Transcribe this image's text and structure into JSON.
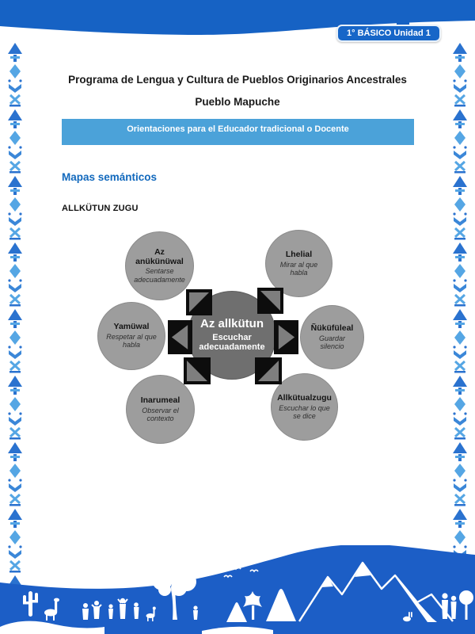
{
  "page": {
    "badge": "1° BÁSICO Unidad 1",
    "title_line1": "Programa de Lengua y Cultura de Pueblos Originarios Ancestrales",
    "title_line2": "Pueblo Mapuche",
    "banner": "Orientaciones para el Educador tradicional o Docente",
    "section_heading": "Mapas semánticos",
    "map_title": "ALLKÜTUN ZUGU"
  },
  "diagram": {
    "center": {
      "name": "Az allkütun",
      "translation": "Escuchar adecuadamente"
    },
    "nodes": [
      {
        "position": "top-left",
        "name": "Az anükünüwal",
        "translation": "Sentarse adecuadamente"
      },
      {
        "position": "top-right",
        "name": "Lhelial",
        "translation": "Mirar al que habla"
      },
      {
        "position": "left",
        "name": "Yamüwal",
        "translation": "Respetar al que habla"
      },
      {
        "position": "right",
        "name": "Ñüküfüleal",
        "translation": "Guardar silencio"
      },
      {
        "position": "bottom-left",
        "name": "Inarumeal",
        "translation": "Observar el contexto"
      },
      {
        "position": "bottom-right",
        "name": "Allkütualzugu",
        "translation": "Escuchar lo que se dice"
      }
    ]
  },
  "colors": {
    "header_blue": "#1662c4",
    "banner_blue": "#4ba2d9",
    "heading_blue": "#1269bd",
    "ornament_light_blue": "#55a6e4",
    "center_circle_gray": "#6f6f6f",
    "outer_circle_gray": "#9d9d9d",
    "connector_black": "#0d0d0d",
    "arrow_gray": "#7e7e7e"
  }
}
